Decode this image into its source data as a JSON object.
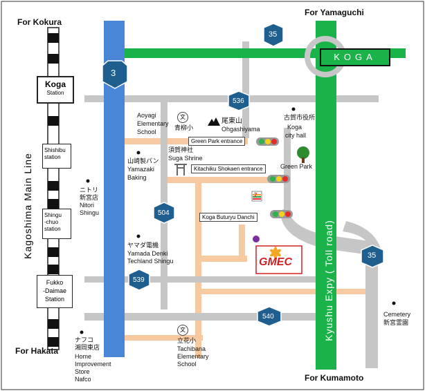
{
  "directions": {
    "north_left": "For Kokura",
    "north_right": "For Yamaguchi",
    "south_left": "For Hakata",
    "south_right": "For Kumamoto"
  },
  "railway": {
    "line_name": "Kagoshima  Main  Line",
    "stations": [
      {
        "name": "Koga",
        "sub": "Station"
      },
      {
        "name": "Shishibu",
        "sub": "station"
      },
      {
        "name": "Shingu",
        "sub": "-chuo\nstation"
      },
      {
        "name": "Fukko",
        "sub": "-Daimae\nStation"
      }
    ]
  },
  "routes": {
    "r3": "3",
    "r35_top": "35",
    "r35_right": "35",
    "r536": "536",
    "r504": "504",
    "r539": "539",
    "r540": "540"
  },
  "expressway": {
    "label": "Kyushu Expy ( Toll road)",
    "interchange": "KOGA"
  },
  "intersections": {
    "green_park": "Green  Park entrance",
    "kitachiku": "Kitachiku Shokaen entrance",
    "buturyu": "Koga Buturyu Danchi"
  },
  "landmarks": {
    "aoyagi": {
      "lines": [
        "Aoyagi",
        "Elementary",
        "School"
      ],
      "jp": "青柳小",
      "symbol": "文"
    },
    "ohgashiyama": {
      "jp": "尾東山",
      "en": "Ohgashiyama"
    },
    "city_hall": {
      "jp": "古賀市役所",
      "en1": "Koga",
      "en2": "city hall"
    },
    "green_park": "Green Park",
    "suga": {
      "jp": "須賀神社",
      "en": "Suga Shrine"
    },
    "yamazaki": {
      "jp": "山崎製パン",
      "en1": "Yamazaki",
      "en2": "Baking"
    },
    "nitori": {
      "jp": "ニトリ\n新宮店",
      "en": "Nitori\nShingu"
    },
    "yamada": {
      "jp": "ヤマダ電機",
      "en": "Yamada Denki\nTechland Shingu"
    },
    "nafco": {
      "jp": "ナフコ\n湘岡東店",
      "en": "Home\nImprovement\nStore\nNafco"
    },
    "tachibana": {
      "jp": "立花小",
      "en": "Tachibana\nElementary\nSchool",
      "symbol": "文"
    },
    "cemetery": {
      "en": "Cemetery",
      "jp": "新宮霊園"
    },
    "convenience": "7"
  },
  "destination": {
    "logo": "GMEC"
  },
  "colors": {
    "blue_road": "#4a86d8",
    "green_road": "#1ab34a",
    "gray_road": "#c6c6c6",
    "local_road": "#f7c9a0",
    "route_shield": "#1f5f8f",
    "gmec_red": "#d11f1f",
    "purple_dot": "#7a2ea0"
  }
}
